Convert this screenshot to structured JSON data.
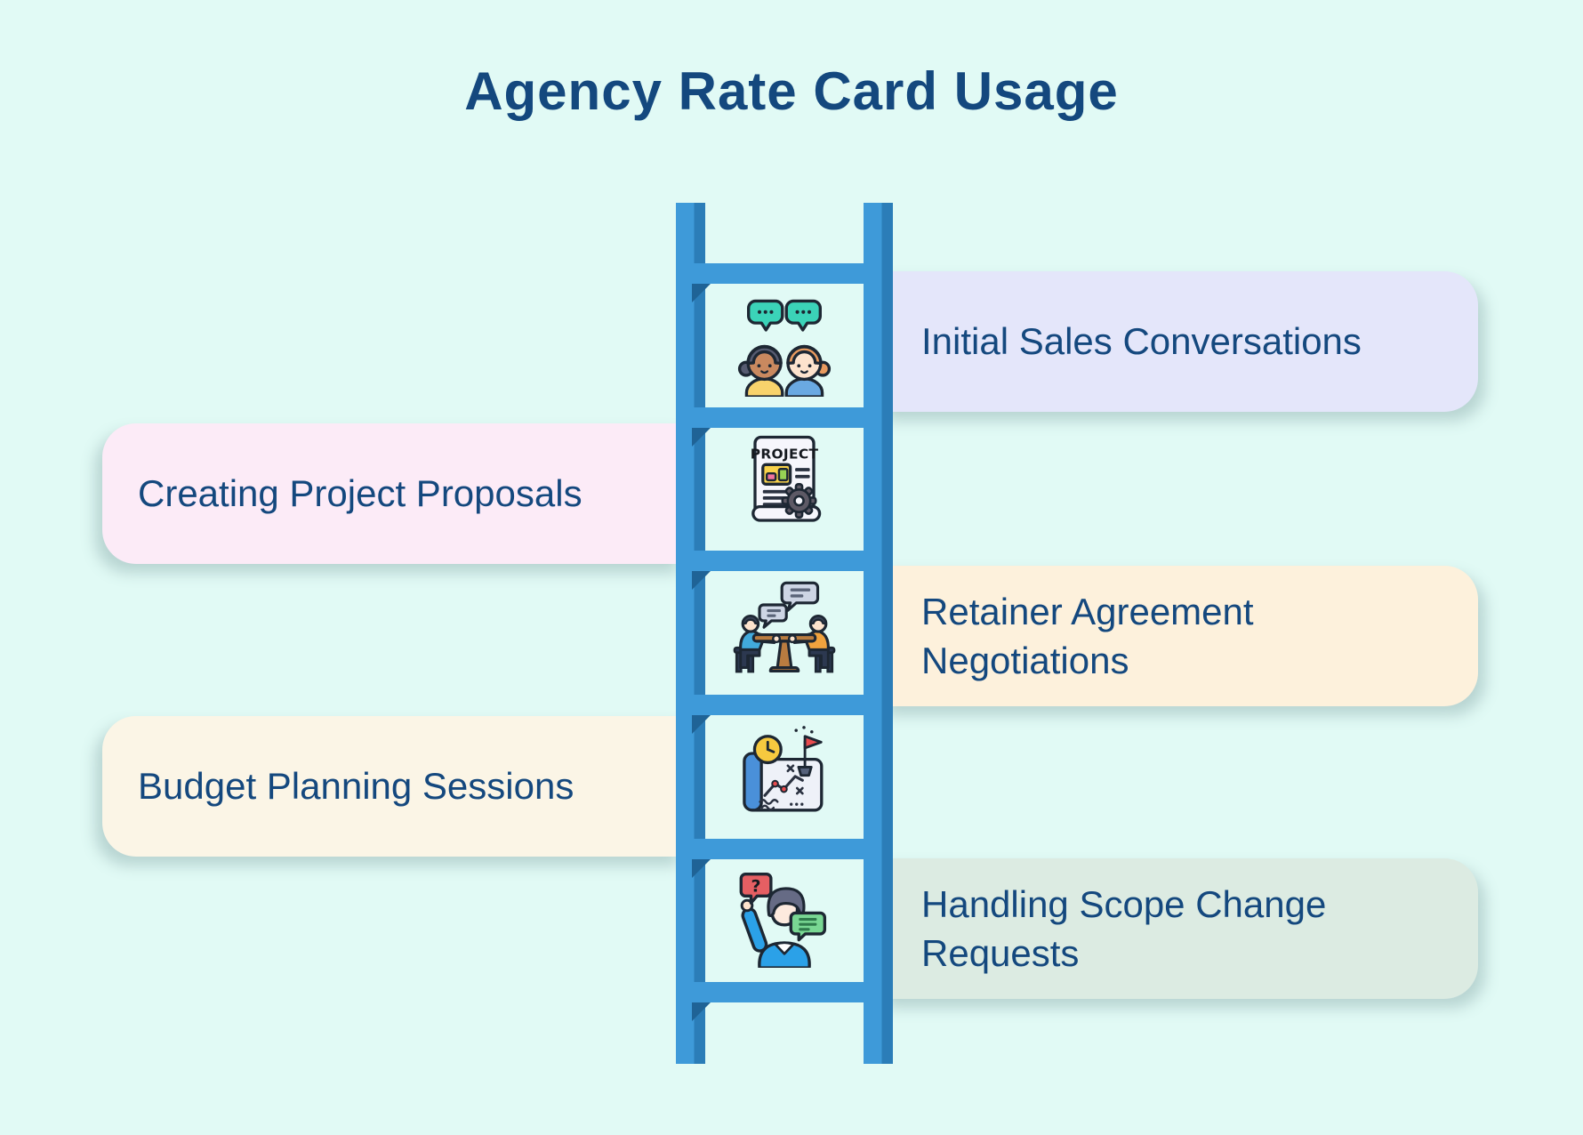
{
  "page": {
    "title": "Agency Rate Card Usage"
  },
  "theme": {
    "bg": "#e1faf5",
    "text": "#14487e",
    "ladder-light": "#3e9ad9",
    "ladder-dark": "#2b7db8",
    "ladder-shadow": "#1f6396"
  },
  "steps": [
    {
      "side": "right",
      "label": "Initial Sales Conversations",
      "card_color": "#e4e6fa",
      "icon": "people-chat-icon"
    },
    {
      "side": "left",
      "label": "Creating Project Proposals",
      "card_color": "#fcebf7",
      "icon": "project-document-icon"
    },
    {
      "side": "right",
      "label": "Retainer Agreement\nNegotiations",
      "card_color": "#fdf1dc",
      "icon": "negotiation-table-icon"
    },
    {
      "side": "left",
      "label": "Budget Planning Sessions",
      "card_color": "#fbf5e6",
      "icon": "budget-planning-icon"
    },
    {
      "side": "right",
      "label": "Handling Scope Change\nRequests",
      "card_color": "#dcebe2",
      "icon": "scope-change-icon"
    }
  ]
}
